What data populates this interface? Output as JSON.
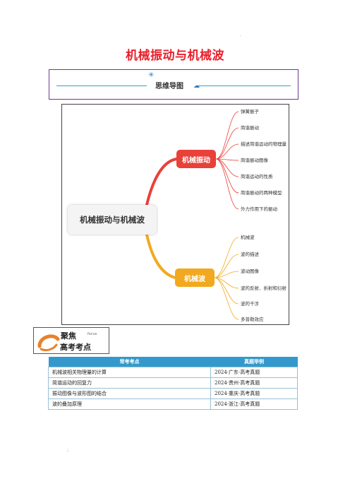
{
  "page_title": "机械振动与机械波",
  "mindmap_header": {
    "label": "思维导图"
  },
  "mindmap": {
    "root": "机械振动与机械波",
    "branches": [
      {
        "label": "机械振动",
        "color": "#e8413a",
        "leaves": [
          "弹簧振子",
          "简谐振动",
          "描述简谐运动的物理量",
          "简谐振动图像",
          "简谐运动的性质",
          "简谐振动的两种模型",
          "外力作用下的振动"
        ]
      },
      {
        "label": "机械波",
        "color": "#f2a91f",
        "leaves": [
          "机械波",
          "波的描述",
          "波动图像",
          "波的反射、折射和衍射",
          "波的干涉",
          "多普勒效应"
        ]
      }
    ]
  },
  "focus_badge": {
    "line1": "聚焦",
    "line2": "高考考点",
    "en": "focus"
  },
  "table": {
    "header_color": "#3399cc",
    "headers": [
      "常考考点",
      "真题举例"
    ],
    "rows": [
      [
        "机械波相关物理量的计算",
        "2024·广东·高考真题"
      ],
      [
        "简谐运动的回复力",
        "2024·贵州·高考真题"
      ],
      [
        "振动图像与波形图的结合",
        "2024·重庆·高考真题"
      ],
      [
        "波的叠加原理",
        "2024·浙江·高考真题"
      ]
    ]
  }
}
